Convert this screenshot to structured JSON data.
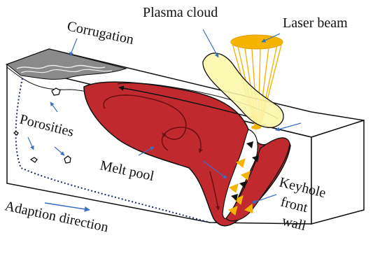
{
  "labels": {
    "plasma_cloud": "Plasma cloud",
    "laser_beam": "Laser beam",
    "corrugation": "Corrugation",
    "porosities": "Porosities",
    "melt_pool": "Melt pool",
    "keyhole_front_wall_line1": "Keyhole",
    "keyhole_front_wall_line2": "front",
    "keyhole_front_wall_line3": "wall",
    "adaption_direction": "Adaption direction"
  },
  "colors": {
    "melt_pool": "#c0292e",
    "plasma": "#fbf7a8",
    "laser": "#f5b400",
    "pointer_arrow": "#3a6fc4",
    "outline": "#111111",
    "corrugation": "#8a8a8a"
  },
  "icons": {
    "pointer": "blue-triangle-arrow",
    "flow": "black-arrowhead",
    "vapor": "orange-arrowhead"
  }
}
